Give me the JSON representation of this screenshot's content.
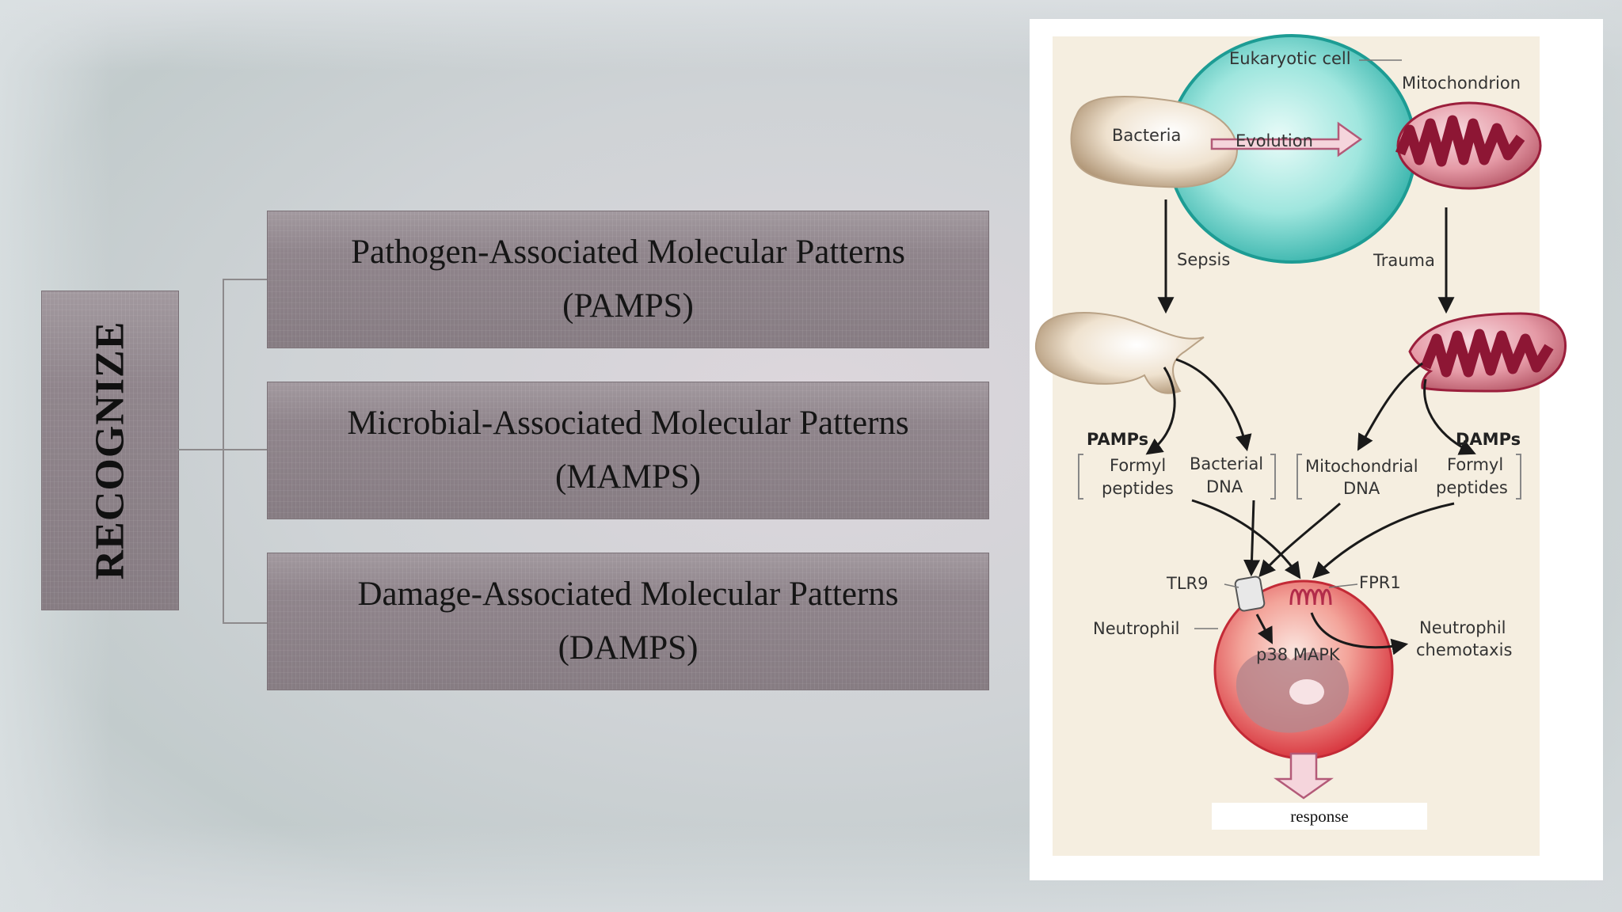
{
  "recognize_label": "RECOGNIZE",
  "patterns": [
    {
      "line1": "Pathogen-Associated Molecular Patterns",
      "line2": "(PAMPS)"
    },
    {
      "line1": "Microbial-Associated Molecular Patterns",
      "line2": "(MAMPS)"
    },
    {
      "line1": "Damage-Associated Molecular Patterns",
      "line2": "(DAMPS)"
    }
  ],
  "figure": {
    "eukaryotic_cell": "Eukaryotic cell",
    "mitochondrion": "Mitochondrion",
    "bacteria": "Bacteria",
    "evolution": "Evolution",
    "sepsis": "Sepsis",
    "trauma": "Trauma",
    "pamps": "PAMPs",
    "damps": "DAMPs",
    "formyl_left_1": "Formyl",
    "formyl_left_2": "peptides",
    "bacterial_1": "Bacterial",
    "bacterial_2": "DNA",
    "mito_dna_1": "Mitochondrial",
    "mito_dna_2": "DNA",
    "formyl_right_1": "Formyl",
    "formyl_right_2": "peptides",
    "tlr9": "TLR9",
    "fpr1": "FPR1",
    "neutrophil": "Neutrophil",
    "p38": "p38 MAPK",
    "chemotaxis_1": "Neutrophil",
    "chemotaxis_2": "chemotaxis",
    "response": "response"
  },
  "colors": {
    "box": "#8d8282",
    "cyan": "#3fbfb6",
    "mito": "#9b1f3c",
    "neutrophil": "#e04a4f"
  }
}
